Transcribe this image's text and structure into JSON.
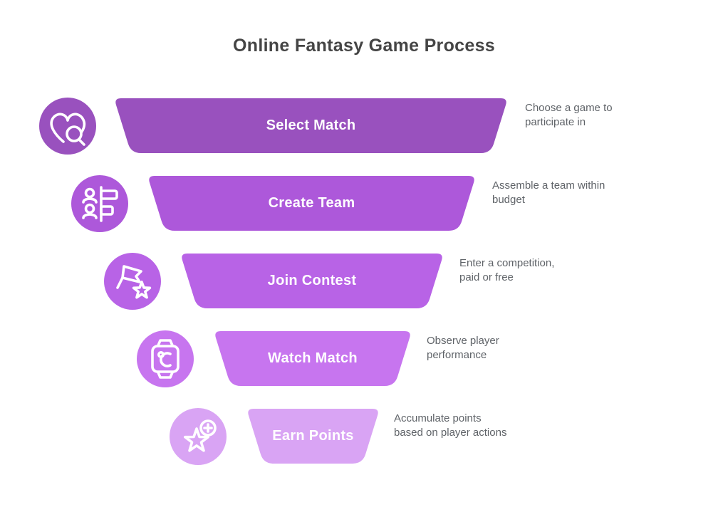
{
  "title": "Online Fantasy Game Process",
  "steps": [
    {
      "label": "Select Match",
      "description": "Choose a game to\nparticipate in",
      "color": "#9951be",
      "icon": "heart-search-icon"
    },
    {
      "label": "Create Team",
      "description": "Assemble a team within\nbudget",
      "color": "#ad58da",
      "icon": "team-list-icon"
    },
    {
      "label": "Join Contest",
      "description": "Enter a competition,\npaid or free",
      "color": "#b863e6",
      "icon": "flag-star-icon"
    },
    {
      "label": "Watch Match",
      "description": "Observe player\nperformance",
      "color": "#c775ef",
      "icon": "smartwatch-icon"
    },
    {
      "label": "Earn Points",
      "description": "Accumulate points\nbased on player actions",
      "color": "#d9a4f4",
      "icon": "star-plus-icon"
    }
  ],
  "colors": {
    "background": "#ffffff",
    "title_text": "#454545",
    "description_text": "#5f6368",
    "band_label_text": "#ffffff"
  }
}
